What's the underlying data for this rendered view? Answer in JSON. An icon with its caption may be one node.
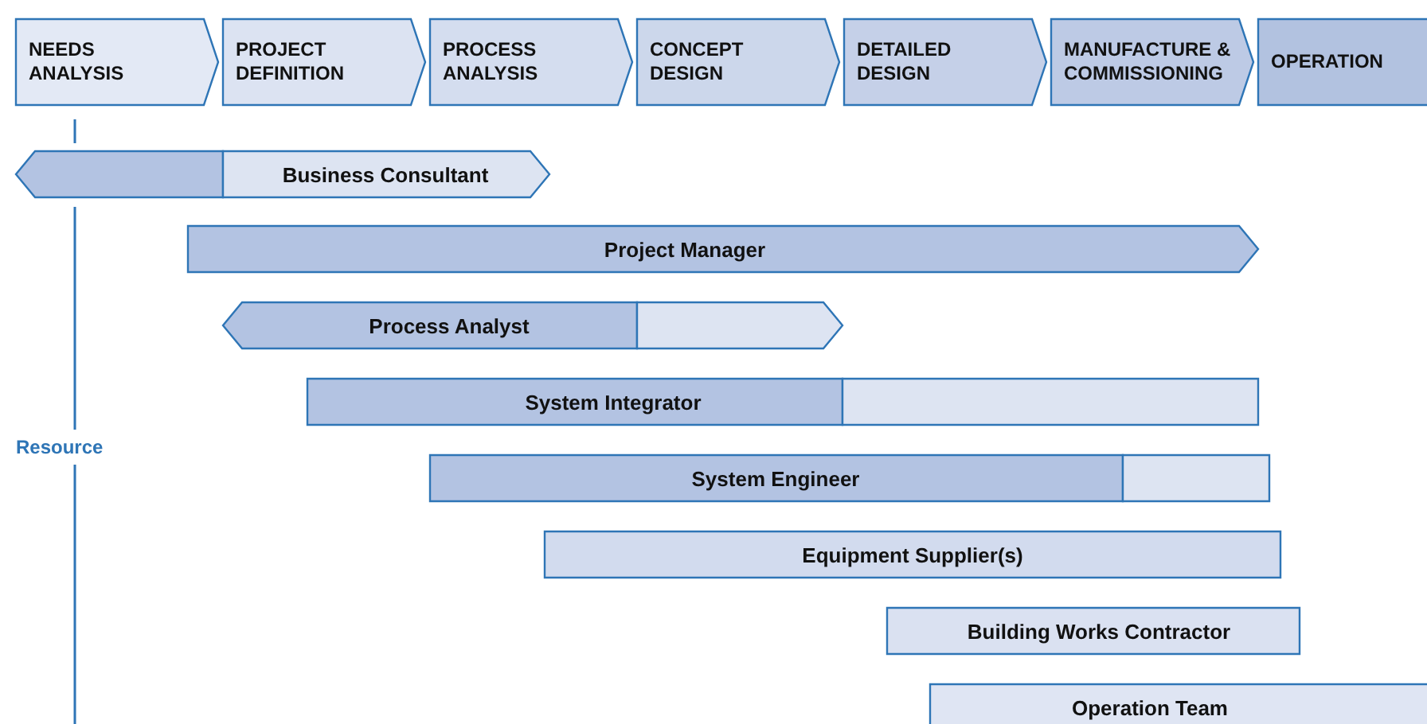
{
  "diagram": {
    "nodes": [
      {
        "text": [
          "NEEDS ANALYSIS"
        ]
      },
      {
        "text": [
          "PROJECT DEFINITION"
        ]
      },
      {
        "text": [
          "PROCESS ANALYSIS"
        ]
      },
      {
        "text": [
          "CONCEPT DESIGN"
        ]
      },
      {
        "text": [
          "DETAILED DESIGN"
        ]
      },
      {
        "text": [
          "MANUFACTURE & COMMISSIONING"
        ]
      },
      {
        "text": [
          "OPERATION"
        ]
      },
      {
        "text": [],
        "shape": "bar"
      },
      {
        "text": [
          "Business Consultant"
        ]
      },
      {
        "text": [
          "Project Manager"
        ]
      },
      {
        "text": [
          "Process Analyst"
        ]
      },
      {
        "text": [],
        "shape": "bar"
      },
      {
        "text": [
          "System Integrator"
        ]
      },
      {
        "text": [],
        "shape": "bar"
      },
      {
        "text": [
          "System Engineer"
        ]
      },
      {
        "text": [],
        "shape": "bar"
      },
      {
        "text": [
          "Equipment Supplier(s)"
        ]
      },
      {
        "text": [
          "Building Works Contractor"
        ]
      },
      {
        "text": [
          "Operation Team"
        ]
      }
    ],
    "labels": [
      "Resource"
    ]
  }
}
